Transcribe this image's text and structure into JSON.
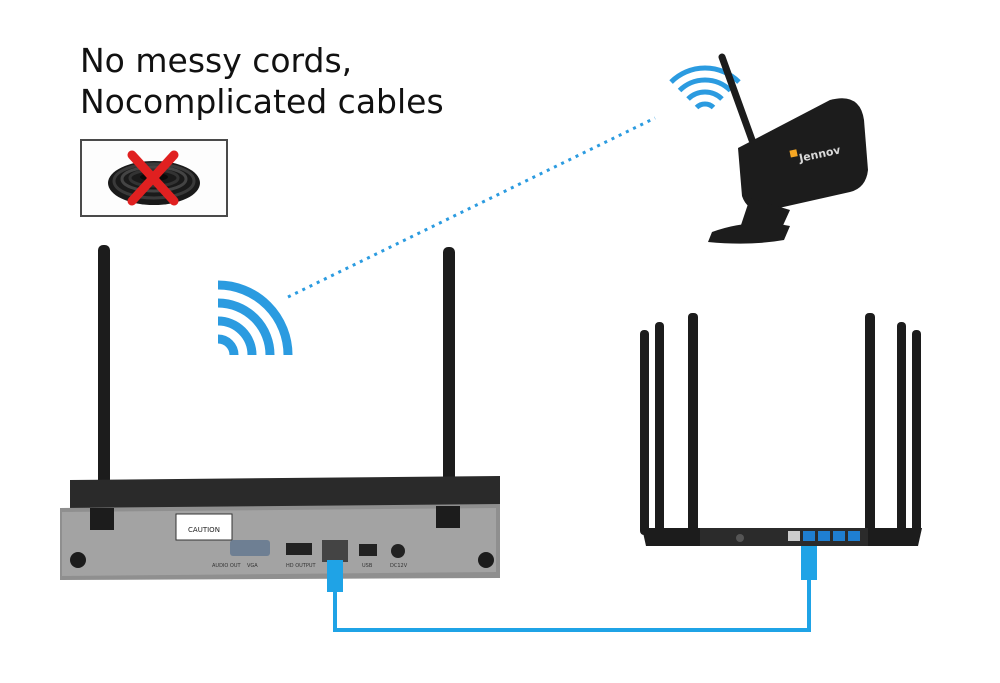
{
  "headline": {
    "line1": "No messy cords,",
    "line2": "Nocomplicated cables"
  },
  "camera": {
    "brand": "Jennov"
  },
  "nvr": {
    "caution_label": "CAUTION",
    "ports": {
      "audio": "AUDIO OUT",
      "vga": "VGA",
      "hdmi": "HD OUTPUT",
      "usb": "USB",
      "power": "DC12V"
    }
  },
  "colors": {
    "wifi_blue": "#2b9be0",
    "cable_blue": "#1fa3e6",
    "device_black": "#1c1c1c",
    "cross_red": "#e02020"
  },
  "icons": [
    "wifi-icon",
    "cross-icon"
  ]
}
